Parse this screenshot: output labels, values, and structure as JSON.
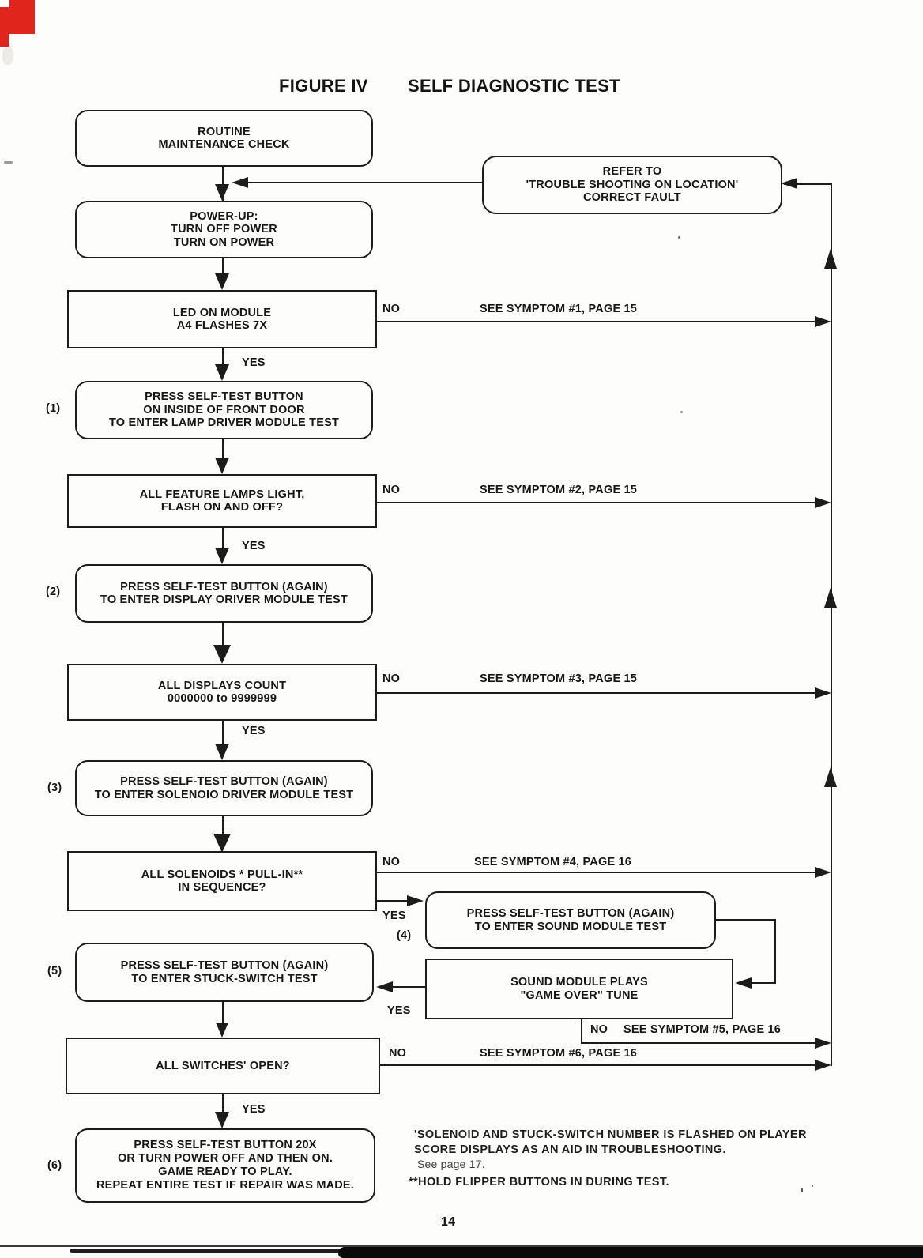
{
  "title": {
    "figure_label": "FIGURE IV",
    "test_label": "SELF DIAGNOSTIC TEST"
  },
  "labels": {
    "yes": "YES",
    "no": "NO"
  },
  "steps": {
    "s1": "(1)",
    "s2": "(2)",
    "s3": "(3)",
    "s4": "(4)",
    "s5": "(5)",
    "s6": "(6)"
  },
  "nodes": {
    "routine": "ROUTINE\nMAINTENANCE CHECK",
    "refer": "REFER TO\n'TROUBLE SHOOTING ON LOCATION'\nCORRECT FAULT",
    "power_up": "POWER-UP:\nTURN OFF POWER\nTURN ON POWER",
    "led": "LED ON MODULE\nA4 FLASHES 7X",
    "press_1": "PRESS SELF-TEST BUTTON\nON INSIDE OF FRONT DOOR\nTO ENTER LAMP DRIVER MODULE TEST",
    "lamps": "ALL FEATURE LAMPS LIGHT,\nFLASH ON AND OFF?",
    "press_2": "PRESS SELF-TEST BUTTON (AGAIN)\nTO ENTER DISPLAY ORIVER MODULE TEST",
    "displays": "ALL DISPLAYS COUNT\n0000000 to 9999999",
    "press_3": "PRESS SELF-TEST BUTTON (AGAIN)\nTO ENTER SOLENOIO DRIVER MODULE TEST",
    "solenoids": "ALL SOLENOIDS * PULL-IN**\nIN SEQUENCE?",
    "press_4": "PRESS SELF-TEST BUTTON (AGAIN)\nTO ENTER SOUND MODULE TEST",
    "sound": "SOUND MODULE PLAYS\n\"GAME OVER\" TUNE",
    "press_5": "PRESS SELF-TEST BUTTON (AGAIN)\nTO ENTER STUCK-SWITCH TEST",
    "switches": "ALL SWITCHES' OPEN?",
    "press_6": "PRESS SELF-TEST BUTTON 20X\nOR TURN POWER OFF AND THEN ON.\nGAME READY TO PLAY.\nREPEAT ENTIRE TEST IF REPAIR WAS MADE."
  },
  "symptoms": [
    "SEE SYMPTOM #1, PAGE 15",
    "SEE SYMPTOM #2, PAGE 15",
    "SEE SYMPTOM #3, PAGE 15",
    "SEE SYMPTOM #4, PAGE 16",
    "SEE SYMPTOM #5, PAGE 16",
    "SEE SYMPTOM #6, PAGE 16"
  ],
  "footnotes": {
    "solenoid_note": "'SOLENOID AND STUCK-SWITCH NUMBER IS FLASHED ON PLAYER\nSCORE DISPLAYS AS AN AID IN TROUBLESHOOTING.",
    "see_page": "See page 17.",
    "flipper_note": "**HOLD FLIPPER BUTTONS IN DURING TEST."
  },
  "page": {
    "number": "14"
  },
  "colors": {
    "ink": "#1c1c1c",
    "redaction_red": "#e0261c",
    "paper": "#fdfdfc"
  }
}
